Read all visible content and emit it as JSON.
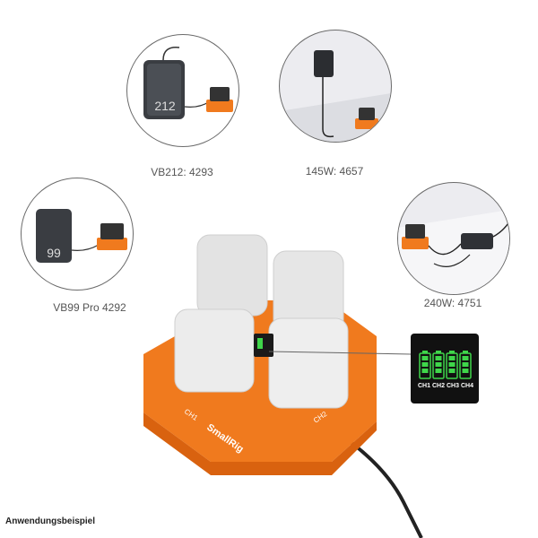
{
  "products": [
    {
      "label": "VB212: 4293",
      "screen_text": "212"
    },
    {
      "label": "145W: 4657"
    },
    {
      "label": "VB99 Pro 4292",
      "screen_text": "99"
    },
    {
      "label": "240W: 4751"
    }
  ],
  "charger": {
    "brand": "SmallRig",
    "port_labels": [
      "CH1",
      "CH2"
    ],
    "accent_color": "#f07a1e"
  },
  "display": {
    "channels": [
      "CH1",
      "CH2",
      "CH3",
      "CH4"
    ],
    "battery_color": "#3fd64a"
  },
  "caption": "Anwendungsbeispiel"
}
